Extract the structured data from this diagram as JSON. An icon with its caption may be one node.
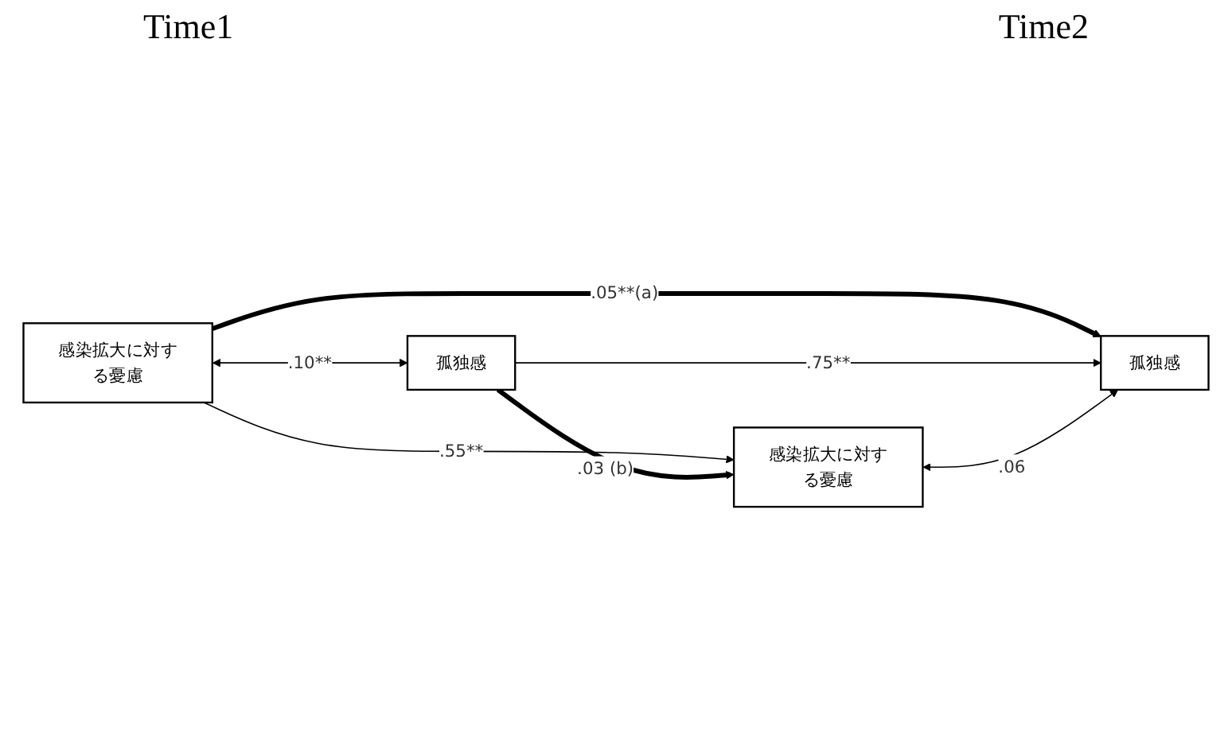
{
  "diagram": {
    "nodes": [
      {
        "text": [
          "感染拡大に対する憂慮"
        ]
      },
      {
        "text": [
          "感染拡大に対する憂慮"
        ]
      },
      {
        "text": [
          "孤独感"
        ]
      },
      {
        "text": [
          "孤独感"
        ]
      }
    ],
    "edges": [
      {
        "from": 0,
        "to": 1,
        "arrow": "to",
        "label": ".55**"
      },
      {
        "from": 0,
        "to": 3,
        "arrow": "to",
        "label": ".05**(a)",
        "style": "thick"
      },
      {
        "from": 2,
        "to": 1,
        "arrow": "to",
        "label": ".03 (b)",
        "style": "thick"
      },
      {
        "from": 2,
        "to": 3,
        "arrow": "to",
        "label": ".75**"
      },
      {
        "from": 0,
        "to": 2,
        "arrow": "both",
        "label": ".10**"
      },
      {
        "from": 1,
        "to": 3,
        "arrow": "both",
        "label": ".06"
      }
    ],
    "labels": [
      "Time1",
      "Time2"
    ]
  }
}
